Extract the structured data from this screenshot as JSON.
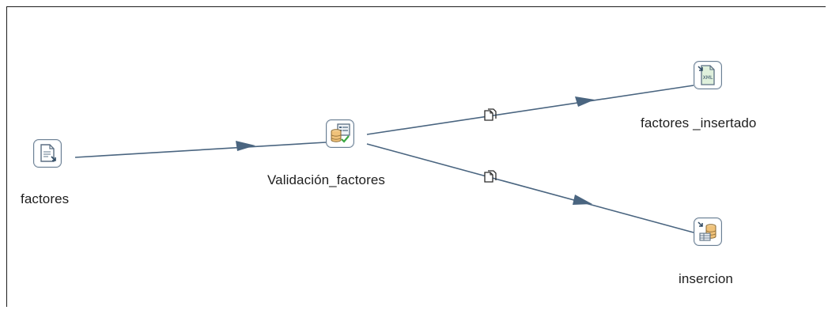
{
  "canvas": {
    "steps": {
      "factores": {
        "label": "factores",
        "icon": "text-file-input-icon"
      },
      "validacion": {
        "label": "Validación_factores",
        "icon": "data-validator-icon"
      },
      "insertado": {
        "label": "factores _insertado",
        "icon": "xml-output-icon"
      },
      "insercion": {
        "label": "insercion",
        "icon": "table-output-icon"
      }
    },
    "hops": {
      "copy_icon": "copy-rows-icon"
    }
  },
  "colors": {
    "hop": "#4a6580",
    "icon_border": "#6b7f93",
    "check": "#3aa843",
    "db": "#f0c27a"
  }
}
